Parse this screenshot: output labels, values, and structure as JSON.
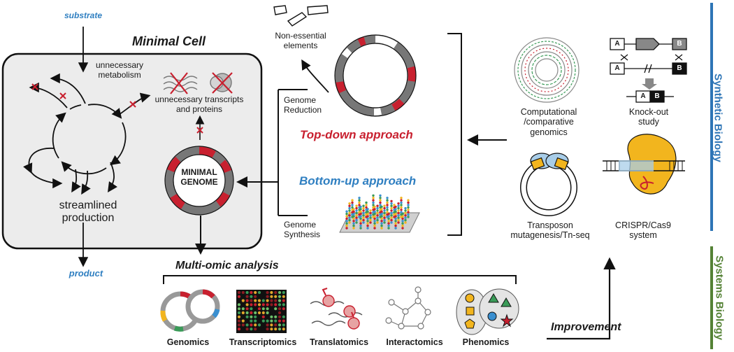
{
  "minimal_cell": {
    "title": "Minimal Cell",
    "substrate": "substrate",
    "product": "product",
    "unnecessary_metabolism": [
      "unnecessary",
      "metabolism"
    ],
    "unnecessary_transcripts": [
      "unnecessary transcripts",
      "and proteins"
    ],
    "genome_label": [
      "MINIMAL",
      "GENOME"
    ],
    "streamlined": [
      "streamlined",
      "production"
    ]
  },
  "approaches": {
    "non_essential": [
      "Non-essential",
      "elements"
    ],
    "genome_reduction": [
      "Genome",
      "Reduction"
    ],
    "top_down": "Top-down approach",
    "bottom_up": "Bottom-up approach",
    "genome_synthesis": [
      "Genome",
      "Synthesis"
    ]
  },
  "synthetic_tools": {
    "computational": [
      "Computational",
      "/comparative",
      "genomics"
    ],
    "knockout": [
      "Knock-out",
      "study"
    ],
    "knockout_box_a": "A",
    "knockout_box_b": "B",
    "transposon": [
      "Transposon",
      "mutagenesis/Tn-seq"
    ],
    "crispr": [
      "CRISPR/Cas9",
      "system"
    ]
  },
  "multiomic": {
    "title": "Multi-omic analysis",
    "items": [
      "Genomics",
      "Transcriptomics",
      "Translatomics",
      "Interactomics",
      "Phenomics"
    ]
  },
  "improvement": "Improvement",
  "side_labels": {
    "synthetic": "Synthetic Biology",
    "systems": "Systems Biology"
  },
  "colors": {
    "blue_accent": "#2f7fc1",
    "red_accent": "#c8202f",
    "synthetic_bar": "#2e75b6",
    "systems_bar": "#548235"
  }
}
